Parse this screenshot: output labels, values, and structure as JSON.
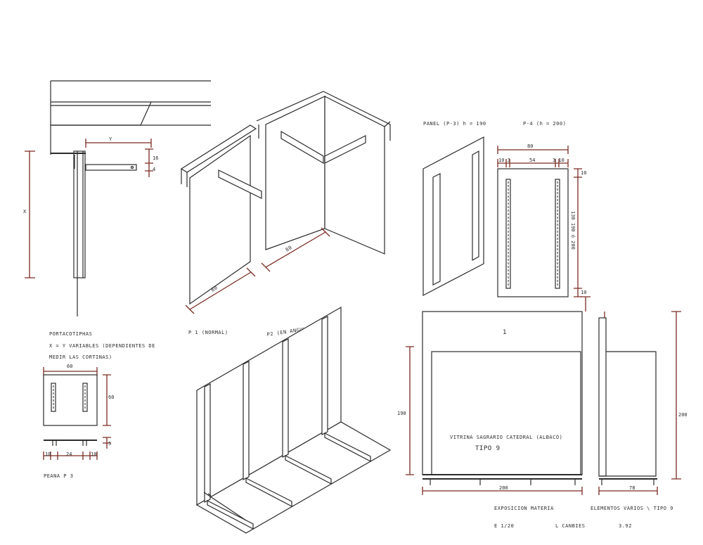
{
  "colors": {
    "ink": "#2b2b2b",
    "dimension": "#7a2a22",
    "paper": "#ffffff"
  },
  "bracket": {
    "dim_y": "Y",
    "dim_x": "X",
    "dim_16": "16",
    "dim_4": "4"
  },
  "portacotiphas": {
    "title": "PORTACOTIPHAS",
    "note_line1": "X = Y VARIABLES (DEPENDIENTES DE",
    "note_line2": "MEDIR LAS CORTINAS)"
  },
  "peana": {
    "dim_60_top": "60",
    "dim_60_side": "60",
    "dim_5": "5",
    "dim_10_left": "10",
    "dim_24": "24",
    "dim_10_right": "10",
    "label": "PEANA   P 3"
  },
  "panels_iso": {
    "dim_80_left": "80",
    "dim_80_right": "80",
    "label_p1": "P 1 (NORMAL)",
    "label_p2": "P2 (EN ANGULO)"
  },
  "panel_p3": {
    "label_p3": "PANEL (P-3) h = 190",
    "label_p4": "P-4 (h = 200)",
    "dim_80": "80",
    "dim_10_3": "10 3",
    "dim_54": "54",
    "dim_3_10": "3 10",
    "dim_10_top": "10",
    "dim_height": "130 190 ó 200",
    "dim_10_bottom": "10"
  },
  "vitrina": {
    "mark": "1",
    "caption_line1": "VITRINA SAGRARIO CATEDRAL (ALBACO)",
    "caption_line2": "TIPO 9",
    "dim_190": "190",
    "dim_200_bottom": "200",
    "dim_78": "78",
    "dim_200_side": "200"
  },
  "title_block": {
    "left_line1": "EXPOSICION MATERIA",
    "right_line1": "ELEMENTOS VARIOS \\ TIPO 9",
    "scale": "E 1/20",
    "author": "L CANBIES",
    "date": "3.92"
  }
}
